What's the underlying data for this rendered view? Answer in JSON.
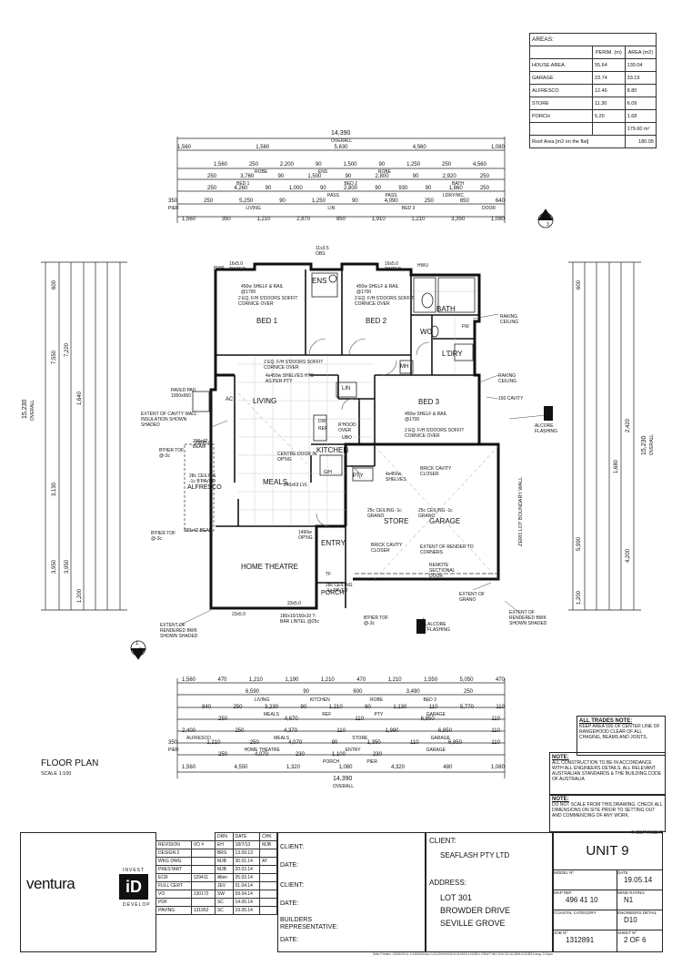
{
  "areas": {
    "title": "AREAS:",
    "headers": [
      "",
      "PERIM. (m)",
      "AREA (m2)"
    ],
    "rows": [
      [
        "HOUSE AREA",
        "55.64",
        "130.04"
      ],
      [
        "GARAGE",
        "23.74",
        "33.19"
      ],
      [
        "ALFRESCO",
        "12.46",
        "8.80"
      ],
      [
        "STORE",
        "11.30",
        "6.09"
      ],
      [
        "PORCH",
        "5.20",
        "1.68"
      ],
      [
        "",
        "",
        "179.60 m²"
      ]
    ],
    "roof_label": "Roof Area [m2 on the flat]",
    "roof_value": "180.05"
  },
  "top_dims": {
    "overall": "14,390",
    "overall_label": "OVERALL",
    "row1": [
      "1,560",
      "1,560",
      "5,630",
      "4,560",
      "1,080"
    ],
    "row2": [
      "1,560",
      "250",
      "2,200",
      "90",
      "1,500",
      "90",
      "1,250",
      "250",
      "4,560"
    ],
    "row2_labels": [
      "ROBE",
      "ENS",
      "ROBE"
    ],
    "row3": [
      "250",
      "3,760",
      "90",
      "1,500",
      "90",
      "2,800",
      "90",
      "2,920",
      "250"
    ],
    "row3_labels": [
      "BED 1",
      "BED 2",
      "BATH"
    ],
    "row4": [
      "250",
      "4,260",
      "90",
      "1,000",
      "90",
      "2,800",
      "90",
      "930",
      "90",
      "1,860",
      "250"
    ],
    "row4_labels": [
      "PASS",
      "PASS",
      "LDRY/WC"
    ],
    "row5": [
      "350",
      "250",
      "5,250",
      "90",
      "1,250",
      "90",
      "4,090",
      "250",
      "650",
      "640"
    ],
    "row5_labels": [
      "PIER",
      "LIVING",
      "LIN",
      "BED 3",
      "DOOR"
    ],
    "row6": [
      "1,560",
      "350",
      "1,210",
      "2,870",
      "850",
      "1,910",
      "1,210",
      "3,350",
      "1,080"
    ]
  },
  "bottom_dims": {
    "overall": "14,390",
    "overall_label": "OVERALL",
    "row1": [
      "1,560",
      "470",
      "1,210",
      "1,190",
      "1,210",
      "470",
      "1,210",
      "1,550",
      "5,050",
      "470"
    ],
    "row2": [
      "6,590",
      "90",
      "600",
      "3,490",
      "250"
    ],
    "row2_labels": [
      "LIVING",
      "KITCHEN",
      "ROBE",
      "BED 3"
    ],
    "row3": [
      "840",
      "250",
      "3,230",
      "90",
      "1,210",
      "90",
      "1,130",
      "110",
      "5,770",
      "110"
    ],
    "row3_labels": [
      "MEALS",
      "REF",
      "PTY",
      "GARAGE"
    ],
    "row4": [
      "250",
      "4,670",
      "110",
      "6,850",
      "110"
    ],
    "row5": [
      "2,400",
      "250",
      "4,370",
      "110",
      "1,990",
      "6,850",
      "110"
    ],
    "row5_labels": [
      "ALFRESCO",
      "MEALS",
      "STORE",
      "GARAGE"
    ],
    "row6": [
      "350",
      "1,210",
      "250",
      "4,070",
      "90",
      "1,350",
      "110",
      "6,850",
      "110"
    ],
    "row6_labels": [
      "PIER",
      "HOME THEATRE",
      "ENTRY",
      "GARAGE"
    ],
    "row7": [
      "250",
      "4,070",
      "230",
      "1,100",
      "230"
    ],
    "row7_labels": [
      "PORCH",
      "PIER"
    ],
    "row8": [
      "1,560",
      "4,550",
      "1,320",
      "1,080",
      "4,320",
      "480",
      "1,080"
    ]
  },
  "left_dims": {
    "overall": "15,230",
    "overall_label": "OVERALL",
    "col1": [
      "600",
      "7,550",
      "3,130",
      "3,950"
    ],
    "col2": [
      "7,220",
      "1,640",
      "3,950",
      "1,200"
    ]
  },
  "right_dims": {
    "overall": "15,230",
    "overall_label": "OVERALL",
    "col1": [
      "600",
      "5,990",
      "1,200"
    ],
    "col2": [
      "2,420",
      "4,200",
      "1,680"
    ]
  },
  "rooms": {
    "bed1": "BED 1",
    "ens": "ENS",
    "bed2": "BED 2",
    "bath": "BATH",
    "wc": "WC",
    "ldry": "L'DRY",
    "living": "LIVING",
    "bed3": "BED 3",
    "kitchen": "KITCHEN",
    "meals": "MEALS",
    "alfresco": "ALFRESCO",
    "store": "STORE",
    "garage": "GARAGE",
    "home_theatre": "HOME THEATRE",
    "entry": "ENTRY",
    "porch": "PORCH",
    "mh": "MH",
    "lin": "LIN",
    "pty": "PTY",
    "ac": "AC"
  },
  "annotations": {
    "bed1_shelf": "450w SHELF & RAIL @1700",
    "bed1_doors": "2 EQ. F/H S'DOORS SOFFIT CORNICE OVER",
    "bed2_shelf": "450w SHELF & RAIL @1700",
    "bed2_doors": "2 EQ. F/H S'DOORS SOFFIT CORNICE OVER",
    "living_doors": "2 EQ. F/H S'DOORS SOFFIT CORNICE OVER",
    "living_shelves": "4x450w SHELVES HTS AS PER PTY",
    "bed3_shelf": "450w SHELF & RAIL @1700",
    "bed3_doors": "2 EQ. F/H S'DOORS SOFFIT CORNICE OVER",
    "raking_ceiling1": "RAKING CEILING",
    "raking_ceiling2": "RAKING CEILING",
    "cavity": "150 CAVITY",
    "alcore1": "ALCORE FLASHING",
    "alcore2": "ALCORE FLASHING",
    "paved_pad": "PAVED PAD 1000x660",
    "extent_cavity": "EXTENT OF CAVITY WALL INSULATION SHOWN SHADED",
    "bpier1": "B'PIER TOF @-3c",
    "bpier2": "B'PIER TOF @-3c",
    "bpier3": "B'PIER TOF @-3c",
    "beam1": "230x42 BEAM",
    "beam2": "230x42 BEAM",
    "alfresco_ceiling": "28c CEILING -1c B'PAVED",
    "centre_door": "CENTRE DOOR IN OP'NG",
    "meals_lvl": "240x63 LVL",
    "kitchen_shelves": "4x450w SHELVES",
    "store_ceiling": "25c CEILING -1c GRANO",
    "garage_ceiling": "25c CEILING -1c GRANO",
    "brick_closer1": "BRICK CAVITY CLOSER",
    "brick_closer2": "BRICK CAVITY CLOSER",
    "extent_render": "EXTENT OF RENDER TO CORNERS",
    "remote_door": "REMOTE SECTIONAL DOOR",
    "extent_grano": "EXTENT OF GRANO",
    "extent_rendered1": "EXTENT OF RENDERED BWK SHOWN SHADED",
    "extent_rendered2": "EXTENT OF RENDERED BWK SHOWN SHADED",
    "zero_lot": "ZERO LOT BOUNDARY WALL",
    "theatre_opening": "1490w OP'NG",
    "lintel": "180x10/150x10 T-BAR LINTEL @25c",
    "porch_ceiling": "28c CEILING -1c PAVED",
    "rwp": "RWP",
    "hwu": "HWU",
    "obs": "11x3.5 OBS",
    "tinted1": "16x5.0 TINTED",
    "tinted2": "16x5.0 TINTED",
    "dw": "DW",
    "ref": "REF",
    "rhood": "R'HOOD OVER",
    "ubo": "UBO",
    "fw": "FW",
    "sill1": "230x5.0",
    "sill2": "23x5.0",
    "sill3": "23x5.0",
    "tf": "TF",
    "gh": "G/H"
  },
  "section_markers": {
    "top": "4",
    "top_sheet": "3",
    "bottom": "1",
    "bottom_sheet": "2"
  },
  "plan_title": "FLOOR PLAN",
  "plan_scale": "SCALE 1:100",
  "notes": {
    "all_trades_title": "ALL TRADES NOTE:",
    "all_trades_text": "KEEP AREA 500 OF CENTER LINE OF RANGEHOOD CLEAR OF ALL CHASING, BEAMS AND JOISTS.",
    "note1_title": "NOTE:",
    "note1_text": "ALL CONSTRUCTION TO BE IN ACCORDANCE WITH ALL ENGINEERS DETAILS, ALL RELEVANT AUSTRALIAN STANDARDS & THE BUILDING CODE OF AUSTRALIA",
    "note2_title": "NOTE:",
    "note2_text": "DO NOT SCALE FROM THIS DRAWING. CHECK ALL DIMENSIONS ON SITE PRIOR TO SETTING OUT AND COMMENCING OF ANY WORK.",
    "copyright": "© COPYRIGHT"
  },
  "logo": {
    "invest": "INVEST",
    "ventura": "ventura",
    "id": "iD",
    "develop": "DEVELOP"
  },
  "revision_table": {
    "headers": [
      "REVISION",
      "VO #",
      "DRN",
      "DATE",
      "CHK"
    ],
    "rows": [
      [
        "",
        "",
        "EH",
        "18/7/13",
        "MJB"
      ],
      [
        "DESIGN 2",
        "",
        "BRS",
        "13.09.13",
        ""
      ],
      [
        "WKG DWG",
        "",
        "MJB",
        "30.01.14",
        "AT"
      ],
      [
        "PRESTART",
        "",
        "MJB",
        "20.03.14",
        ""
      ],
      [
        "ECR",
        "129411",
        "Allen",
        "25.03.14",
        ""
      ],
      [
        "FULL CERT",
        "",
        "JEV",
        "01.04.14",
        ""
      ],
      [
        "VO",
        "130172",
        "SW",
        "09.04.14",
        ""
      ],
      [
        "PDF",
        "",
        "SC",
        "14.05.14",
        ""
      ],
      [
        "PAVING",
        "131952",
        "SC",
        "19.05.14",
        ""
      ]
    ]
  },
  "signoff": {
    "client1": "CLIENT:",
    "date1": "DATE:",
    "client2": "CLIENT:",
    "date2": "DATE:",
    "builders": "BUILDERS REPRESENTATIVE:",
    "date3": "DATE:"
  },
  "client": {
    "label": "CLIENT:",
    "name": "SEAFLASH PTY LTD",
    "address_label": "ADDRESS:",
    "address1": "LOT 301",
    "address2": "BROWDER DRIVE",
    "address3": "SEVILLE GROVE"
  },
  "title_block": {
    "unit": "UNIT 9",
    "model_no_label": "MODEL Nº",
    "date_label": "DATE",
    "date": "19.05.14",
    "map_ref_label": "MAP REF",
    "map_ref": "496 41 10",
    "wind_label": "WIND RATING",
    "wind": "N1",
    "coastal_label": "COASTAL CATEGORY",
    "engineers_label": "ENGINEERS DETAIL",
    "engineers": "D10",
    "job_label": "JOB Nº",
    "job": "1312891",
    "sheet_label": "SHEET Nº",
    "sheet": "2 OF 6"
  },
  "footer_path": "Date Printed: 19/05/2014    J:\\1300000\\ALL\\1312000\\H01D\\1312891\\1312891 DRAFTING DOCS\\1312891\\1312891.dwg, 2:41pm"
}
